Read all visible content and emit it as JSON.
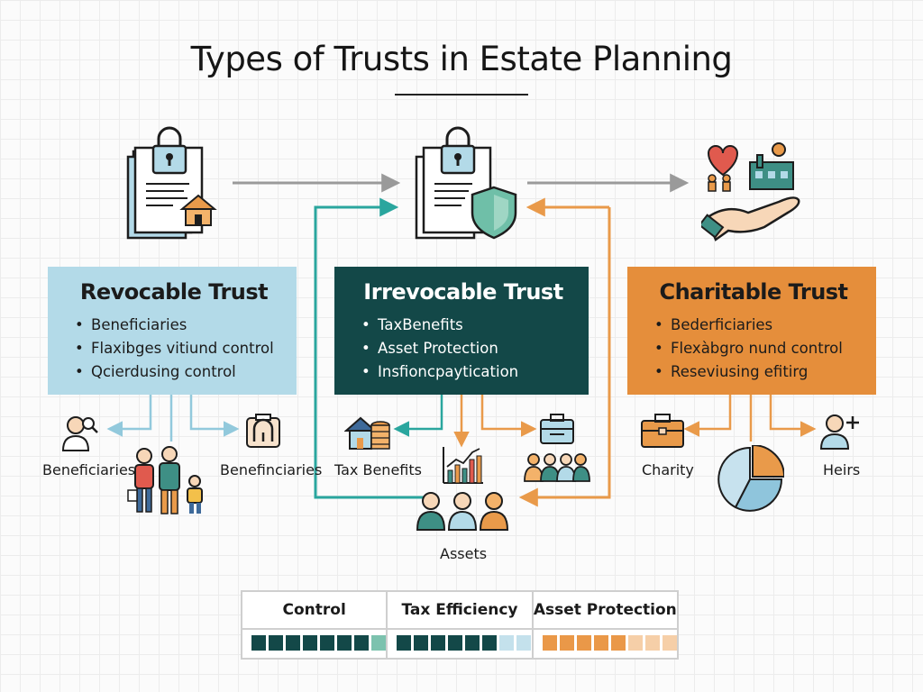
{
  "title": "Types of Trusts in Estate Planning",
  "cards": {
    "revocable": {
      "title": "Revocable Trust",
      "items": [
        "Beneficiaries",
        "Flaxibges vitiund control",
        "Qcierdusing control"
      ]
    },
    "irrevocable": {
      "title": "Irrevocable Trust",
      "items": [
        "TaxBenefits",
        "Asset Protection",
        "Insfioncpaytication"
      ]
    },
    "charitable": {
      "title": "Charitable Trust",
      "items": [
        "Bederficiaries",
        "Flexàbgro nund control",
        "Reseviusing efitirg"
      ]
    }
  },
  "labels": {
    "beneficiaries_left": "Beneficiaries",
    "beneficiaries_right": "Benefinciaries",
    "tax_benefits": "Tax Benefits",
    "assets": "Assets",
    "charity": "Charity",
    "heirs": "Heirs"
  },
  "legend": [
    {
      "label": "Control",
      "filled": 7,
      "total": 8,
      "color": "#134848",
      "light": "#7cc2ae"
    },
    {
      "label": "Tax Efficiency",
      "filled": 6,
      "total": 8,
      "color": "#134848",
      "light": "#c4e1ec"
    },
    {
      "label": "Asset Protection",
      "filled": 5,
      "total": 8,
      "color": "#ea9848",
      "light": "#f6cfa8"
    }
  ],
  "colors": {
    "light_blue": "#b3dae8",
    "dark_teal": "#134848",
    "orange": "#e58e3b",
    "teal_line": "#2aa69e"
  },
  "icons": [
    "document-lock-house-icon",
    "document-lock-shield-icon",
    "hand-heart-building-icon",
    "magnifier-person-icon",
    "family-icon",
    "calculator-icon",
    "house-coins-icon",
    "growth-chart-icon",
    "briefcase-icon",
    "team-icon",
    "people-icon",
    "pie-chart-icon",
    "add-person-icon"
  ]
}
